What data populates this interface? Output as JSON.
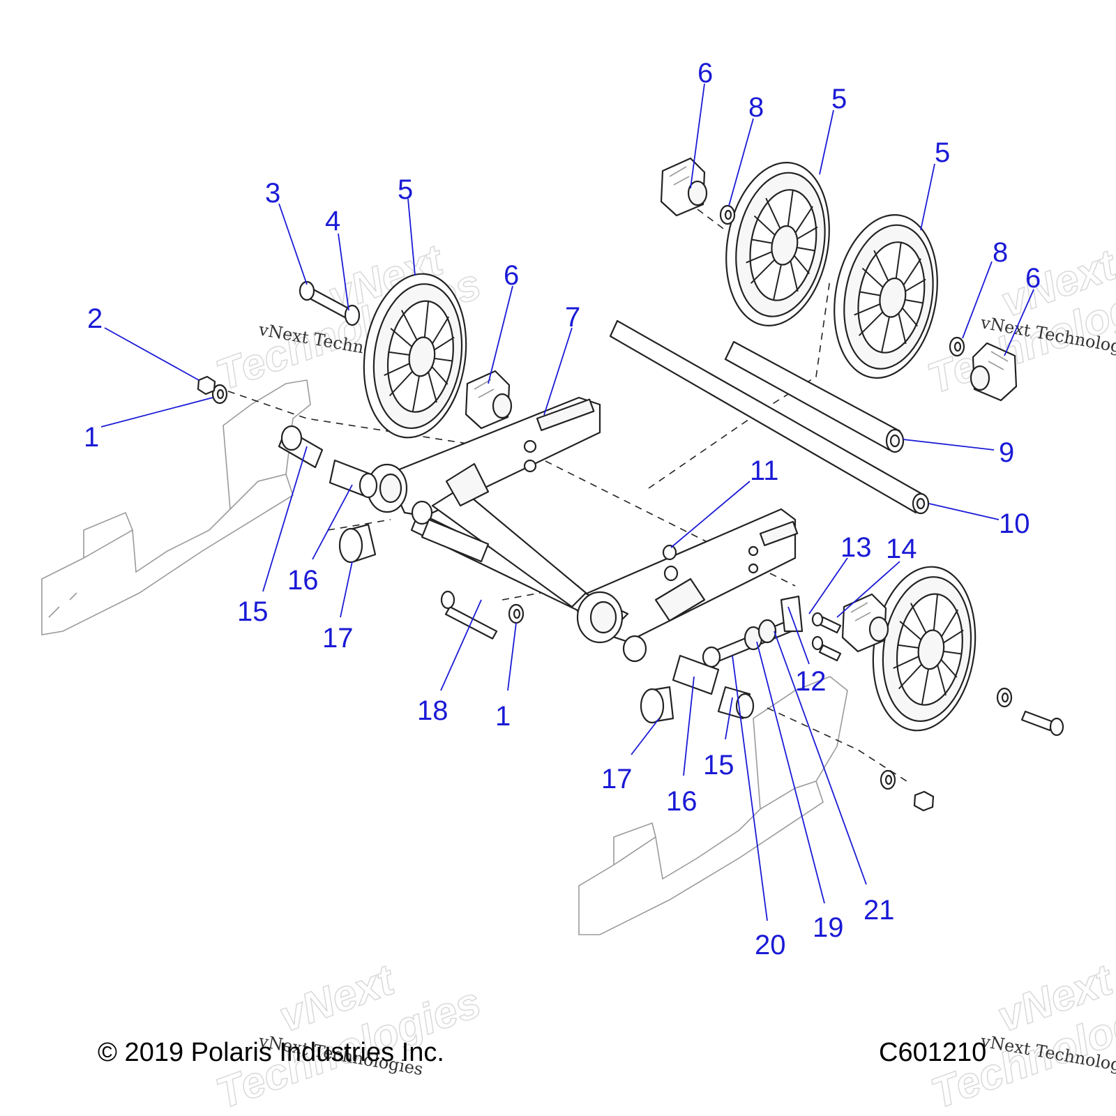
{
  "callouts": [
    {
      "id": "c1a",
      "text": "1"
    },
    {
      "id": "c1b",
      "text": "1"
    },
    {
      "id": "c2",
      "text": "2"
    },
    {
      "id": "c3",
      "text": "3"
    },
    {
      "id": "c4",
      "text": "4"
    },
    {
      "id": "c5a",
      "text": "5"
    },
    {
      "id": "c5b",
      "text": "5"
    },
    {
      "id": "c5c",
      "text": "5"
    },
    {
      "id": "c6a",
      "text": "6"
    },
    {
      "id": "c6b",
      "text": "6"
    },
    {
      "id": "c6c",
      "text": "6"
    },
    {
      "id": "c7",
      "text": "7"
    },
    {
      "id": "c8a",
      "text": "8"
    },
    {
      "id": "c8b",
      "text": "8"
    },
    {
      "id": "c9",
      "text": "9"
    },
    {
      "id": "c10",
      "text": "10"
    },
    {
      "id": "c11",
      "text": "11"
    },
    {
      "id": "c12",
      "text": "12"
    },
    {
      "id": "c13",
      "text": "13"
    },
    {
      "id": "c14",
      "text": "14"
    },
    {
      "id": "c15a",
      "text": "15"
    },
    {
      "id": "c15b",
      "text": "15"
    },
    {
      "id": "c16a",
      "text": "16"
    },
    {
      "id": "c16b",
      "text": "16"
    },
    {
      "id": "c17a",
      "text": "17"
    },
    {
      "id": "c17b",
      "text": "17"
    },
    {
      "id": "c18",
      "text": "18"
    },
    {
      "id": "c19",
      "text": "19"
    },
    {
      "id": "c20",
      "text": "20"
    },
    {
      "id": "c21",
      "text": "21"
    }
  ],
  "watermark": {
    "line1": "vNext",
    "line2": "Technologies",
    "small": "vNext Technologies"
  },
  "footer": {
    "copyright": "© 2019 Polaris Industries Inc.",
    "diagram_code": "C601210"
  },
  "colors": {
    "callout": "#1a1ad6",
    "line": "#222222"
  }
}
